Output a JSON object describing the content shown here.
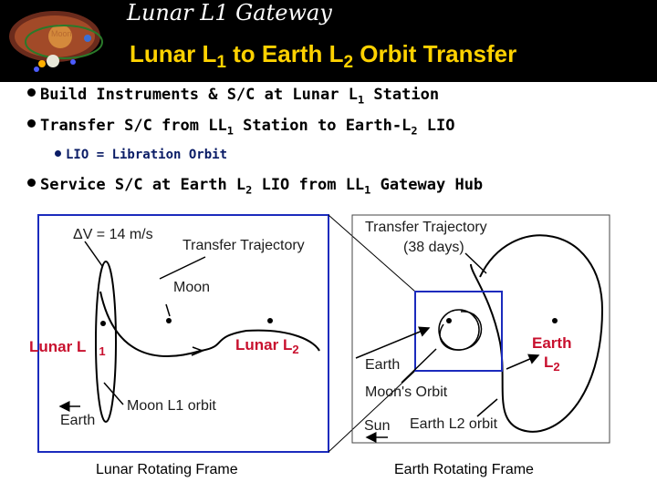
{
  "header": {
    "logo_label": "Moon",
    "app_title": "Lunar L1 Gateway",
    "slide_title": "Lunar L",
    "slide_title_sub1": "1",
    "slide_title_mid": " to Earth L",
    "slide_title_sub2": "2",
    "slide_title_end": " Orbit Transfer"
  },
  "bullets": {
    "b1_text": "Build Instruments & S/C at Lunar L",
    "b1_sub": "1",
    "b1_end": " Station",
    "b2_text": "Transfer S/C from LL",
    "b2_sub": "1",
    "b2_mid": " Station to Earth-L",
    "b2_sub2": "2",
    "b2_end": " LIO",
    "b3_text": "LIO = Libration Orbit",
    "b4_text": "Service S/C at Earth L",
    "b4_sub": "2",
    "b4_mid": " LIO from LL",
    "b4_sub2": "1",
    "b4_end": " Gateway Hub"
  },
  "lunar_frame": {
    "delta_v": "ΔV = 14 m/s",
    "transfer_trajectory": "Transfer Trajectory",
    "moon": "Moon",
    "lunar_l1_main": "Lunar L",
    "lunar_l1_sub": "1",
    "lunar_l2_main": "Lunar L",
    "lunar_l2_sub": "2",
    "moon_l1_orbit": "Moon L1 orbit",
    "earth": "Earth",
    "caption": "Lunar Rotating Frame"
  },
  "earth_frame": {
    "transfer_trajectory": "Transfer Trajectory",
    "duration": "(38 days)",
    "earth_small": "Earth",
    "moons_orbit": "Moon's Orbit",
    "sun": "Sun",
    "earth_l2_orbit": "Earth L2 orbit",
    "earth_l2_main": "Earth",
    "earth_l2_sub": "L",
    "earth_l2_subnum": "2",
    "caption": "Earth Rotating Frame"
  },
  "colors": {
    "title_yellow": "#ffd200",
    "accent_red": "#c8102e",
    "frame_blue": "#1b2bbd",
    "header_bg": "#000000"
  }
}
